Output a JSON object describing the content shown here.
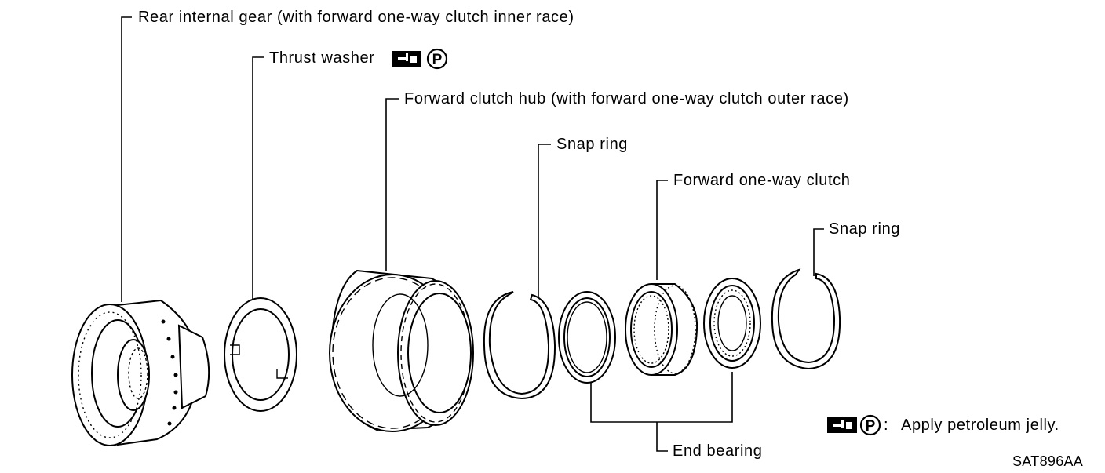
{
  "labels": {
    "rear_internal_gear": "Rear internal gear (with forward one-way clutch inner race)",
    "thrust_washer": "Thrust washer",
    "forward_clutch_hub": "Forward clutch hub (with forward one-way clutch outer race)",
    "snap_ring_1": "Snap ring",
    "forward_one_way_clutch": "Forward one-way clutch",
    "snap_ring_2": "Snap ring",
    "end_bearing": "End bearing"
  },
  "legend": {
    "icon_letter": "P",
    "colon": ":",
    "text": "Apply petroleum jelly."
  },
  "figure_code": "SAT896AA",
  "icons": [
    "petroleum-jelly-icon",
    "p-circle-icon"
  ]
}
